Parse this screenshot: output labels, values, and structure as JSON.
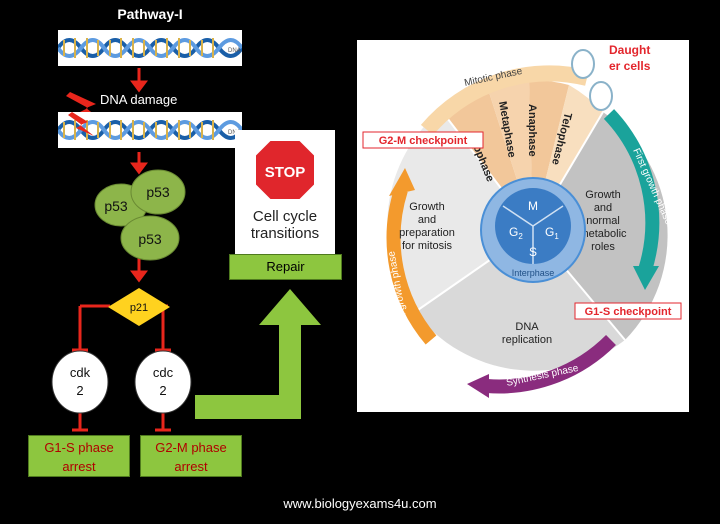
{
  "left": {
    "title": "Pathway-I",
    "dna_tag": "DNA",
    "dna_damage": "DNA damage",
    "p53": [
      "p53",
      "p53",
      "p53"
    ],
    "p21": "p21",
    "cdk": [
      "cdk",
      "2"
    ],
    "cdc": [
      "cdc",
      "2"
    ],
    "arrest_left": [
      "G1-S phase",
      "arrest"
    ],
    "arrest_right": [
      "G2-M phase",
      "arrest"
    ]
  },
  "middle": {
    "stop": "STOP",
    "cell_cycle": [
      "Cell cycle",
      "transitions"
    ],
    "repair": "Repair"
  },
  "cycle": {
    "mitotic_phase": "Mitotic phase",
    "prophase": "Prophase",
    "metaphase": "Metaphase",
    "anaphase": "Anaphase",
    "telophase": "Telophase",
    "daughter": [
      "Daught",
      "er cells"
    ],
    "g2m_checkpoint": "G2-M checkpoint",
    "g1s_checkpoint": "G1-S checkpoint",
    "first_growth": "First growth phase",
    "second_growth": "Second growth phase",
    "synthesis": "Synthesis phase",
    "interphase": "Interphase",
    "g2_text": [
      "Growth",
      "and",
      "preparation",
      "for mitosis"
    ],
    "g1_text": [
      "Growth",
      "and",
      "normal",
      "metabolic",
      "roles"
    ],
    "s_text": [
      "DNA",
      "replication"
    ],
    "center": {
      "m": "M",
      "g1": "G",
      "g1_sub": "1",
      "g2": "G",
      "g2_sub": "2",
      "s": "S"
    }
  },
  "footer": {
    "website": "www.biologyexams4u.com"
  },
  "colors": {
    "green": "#8dc63f",
    "p53": "#8db54a",
    "p21": "#ffd21f",
    "arrow_red": "#e8261c",
    "checkpoint_red": "#e3262d",
    "orange": "#f39a2d",
    "teal": "#1aa39b",
    "purple": "#8a2c7e",
    "blue": "#4a8fd6"
  }
}
